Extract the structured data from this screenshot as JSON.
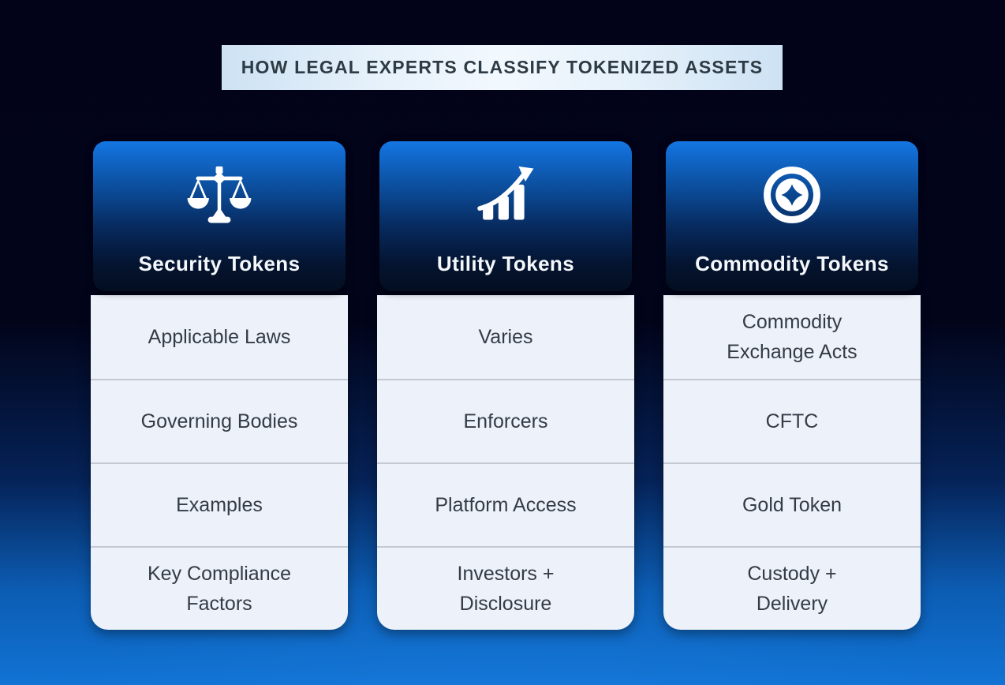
{
  "title": "HOW LEGAL EXPERTS CLASSIFY TOKENIZED ASSETS",
  "colors": {
    "background_top": "#020318",
    "background_bottom": "#1173d4",
    "header_gradient_top": "#1476e3",
    "header_gradient_bottom": "#030e20",
    "title_banner_bg": "#e6f1fa",
    "title_text": "#2e3b45",
    "cell_bg": "#edf1f9",
    "cell_text": "#333b47",
    "divider": "#c4cad4",
    "icon_color": "#ffffff"
  },
  "columns": [
    {
      "icon": "scales-icon",
      "header": "Security Tokens",
      "rows": [
        "Applicable Laws",
        "Governing Bodies",
        "Examples",
        "Key Compliance\nFactors"
      ]
    },
    {
      "icon": "growth-chart-icon",
      "header": "Utility Tokens",
      "rows": [
        "Varies",
        "Enforcers",
        "Platform Access",
        "Investors +\nDisclosure"
      ]
    },
    {
      "icon": "coin-icon",
      "header": "Commodity Tokens",
      "rows": [
        "Commodity\nExchange Acts",
        "CFTC",
        "Gold Token",
        "Custody +\nDelivery"
      ]
    }
  ]
}
